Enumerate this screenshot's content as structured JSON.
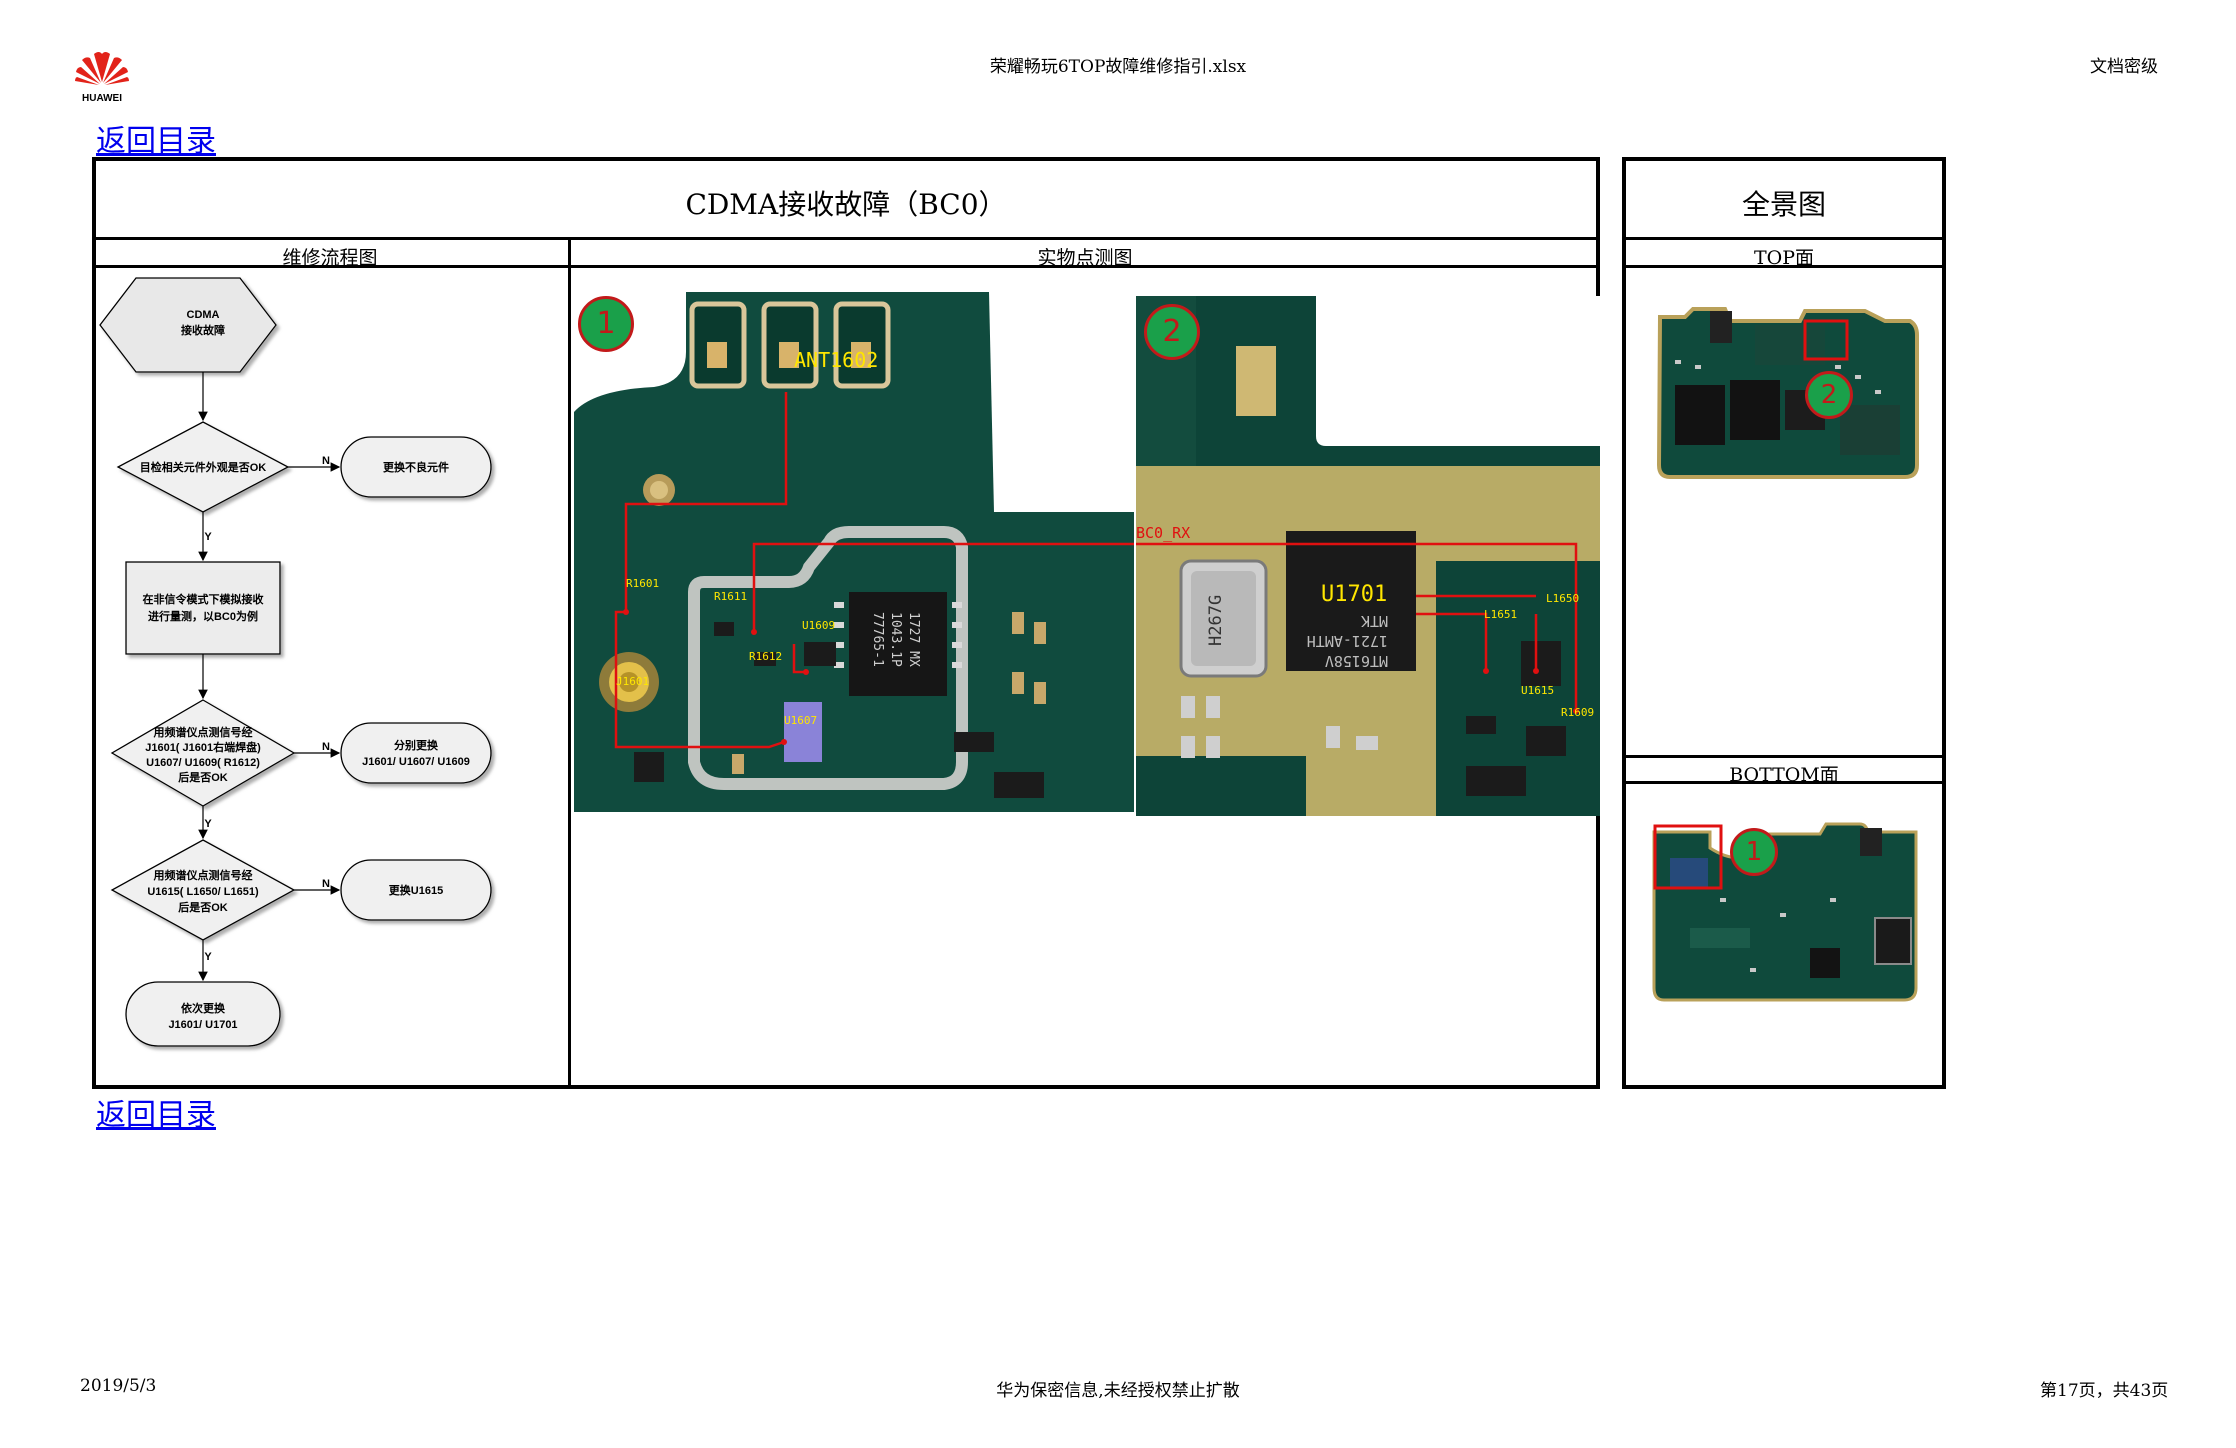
{
  "header": {
    "brand": "HUAWEI",
    "doc_title": "荣耀畅玩6TOP故障维修指引.xlsx",
    "classification": "文档密级"
  },
  "nav": {
    "back_label": "返回目录"
  },
  "table": {
    "title": "CDMA接收故障（BC0）",
    "panorama_title": "全景图",
    "col_flow": "维修流程图",
    "col_photo": "实物点测图",
    "top_face": "TOP面",
    "bottom_face": "BOTTOM面"
  },
  "flowchart": {
    "start": [
      "CDMA",
      "接收故障"
    ],
    "decision1": "目检相关元件外观是否OK",
    "action1": "更换不良元件",
    "process1": [
      "在非信令模式下模拟接收",
      "进行量测，以BC0为例"
    ],
    "decision2": [
      "用频谱仪点测信号经",
      "J1601( J1601右端焊盘)",
      "U1607/ U1609( R1612)",
      "后是否OK"
    ],
    "action2": [
      "分别更换",
      "J1601/ U1607/ U1609"
    ],
    "decision3": [
      "用频谱仪点测信号经",
      "U1615( L1650/ L1651)",
      "后是否OK"
    ],
    "action3": "更换U1615",
    "end": [
      "依次更换",
      "J1601/ U1701"
    ],
    "yes": "Y",
    "no": "N"
  },
  "photo1": {
    "marker": "1",
    "labels": {
      "ant": "ANT1602",
      "r1601": "R1601",
      "r1611": "R1611",
      "u1609": "U1609",
      "r1612": "R1612",
      "j1601": "J1601",
      "u1607": "U1607",
      "chip_line1": "77765-1",
      "chip_line2": "1043.1P",
      "chip_line3": "1727 MX"
    }
  },
  "photo2": {
    "marker": "2",
    "labels": {
      "net": "BC0_RX",
      "u1701": "U1701",
      "l1650": "L1650",
      "l1651": "L1651",
      "u1615": "U1615",
      "r1609": "R1609",
      "xtal": "H267G",
      "chip_line1": "MT6158V",
      "chip_line2": "1721-AMTH",
      "chip_line3": "MTK"
    }
  },
  "panorama": {
    "top_marker": "2",
    "bottom_marker": "1"
  },
  "footer": {
    "date": "2019/5/3",
    "confidential": "华为保密信息,未经授权禁止扩散",
    "page": "第17页，共43页"
  }
}
